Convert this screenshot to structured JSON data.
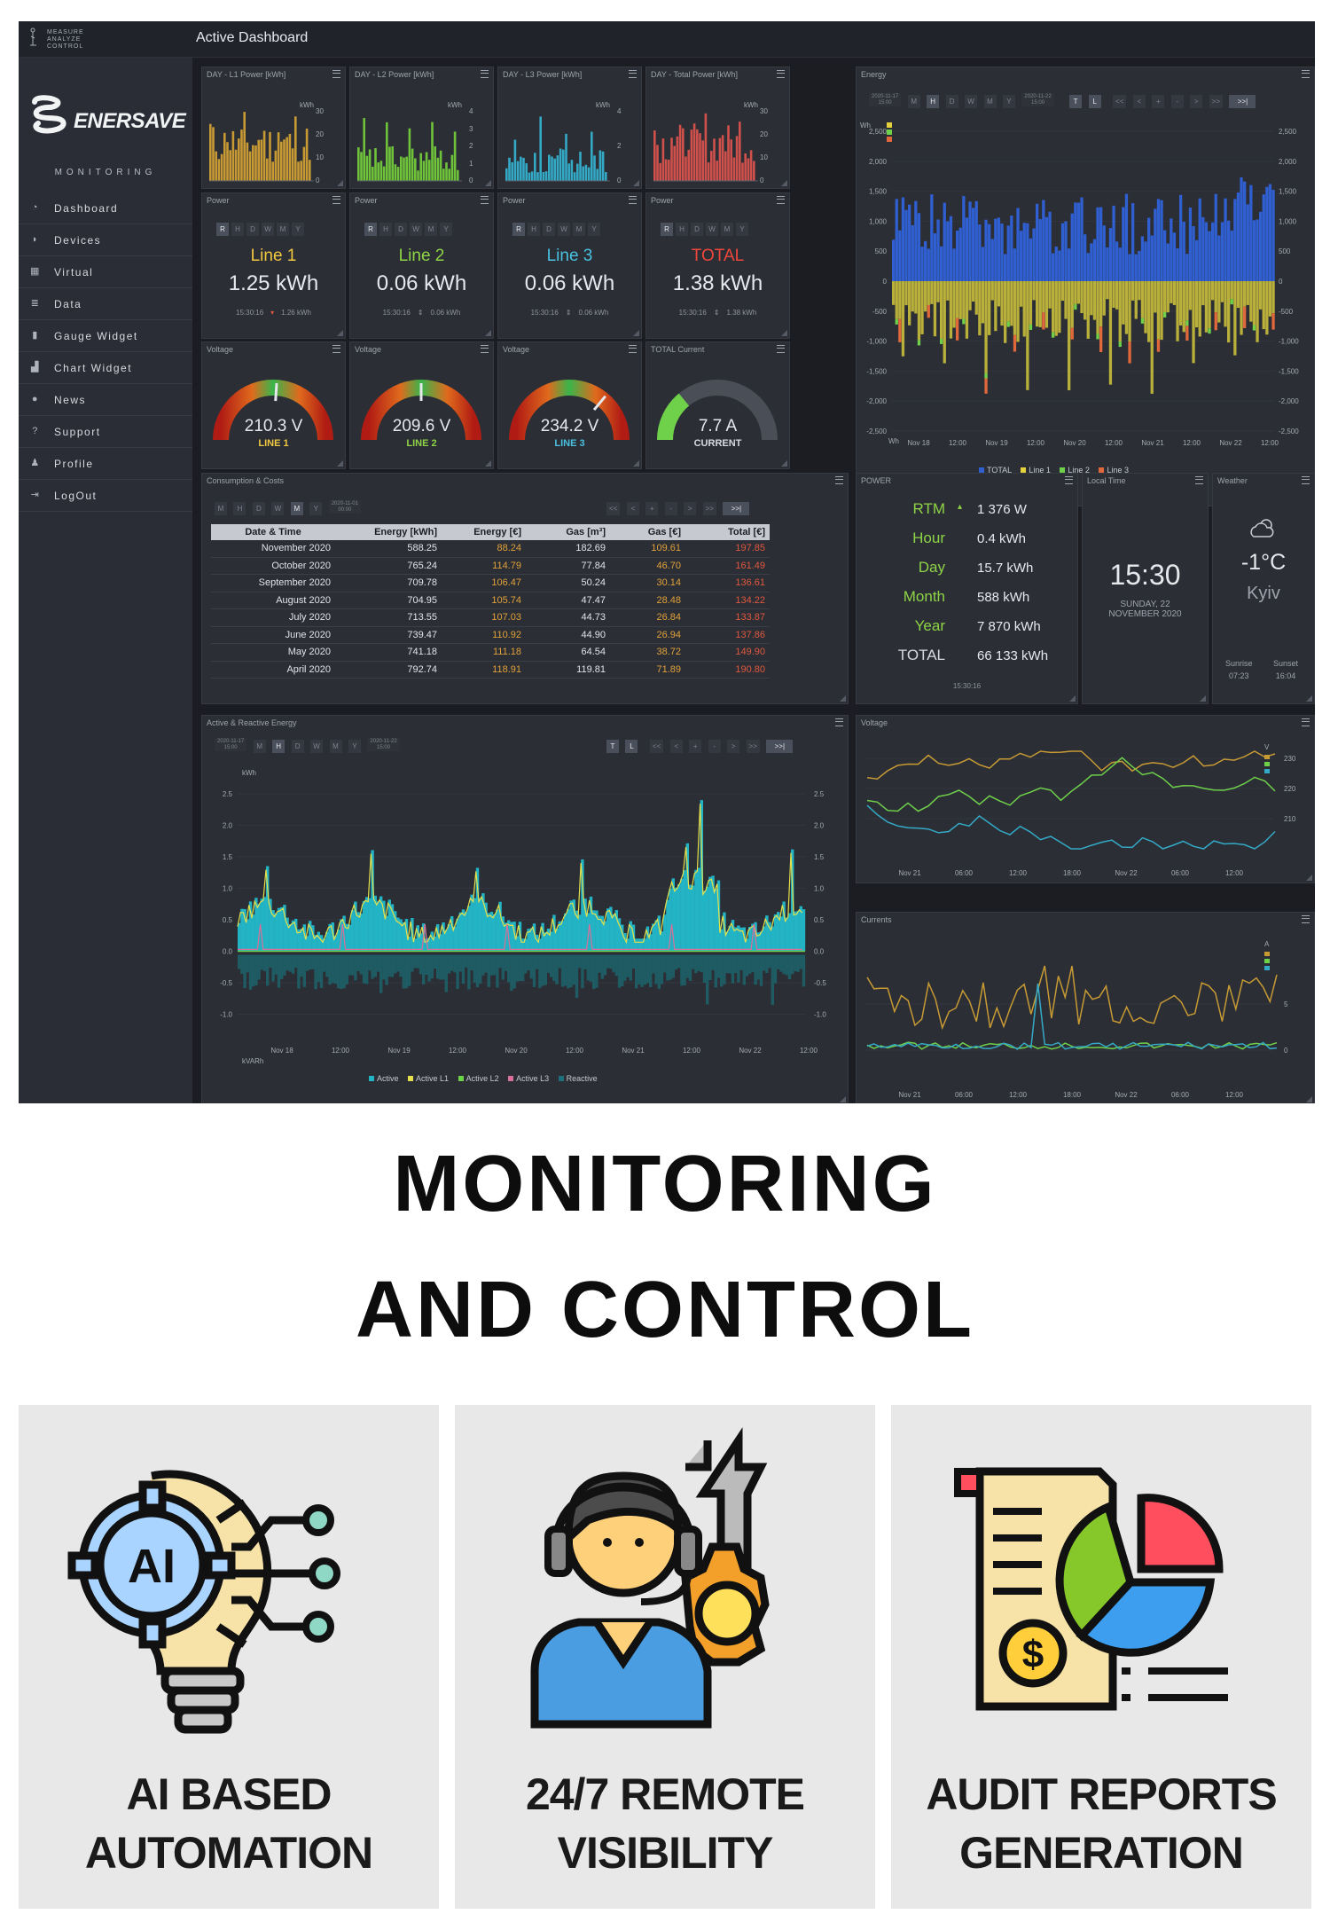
{
  "app": {
    "title": "Active Dashboard",
    "top_logo_lines": [
      "MEASURE",
      "ANALYZE",
      "CONTROL"
    ],
    "brand": "ENERSAVE",
    "brand_sub": "MONITORING"
  },
  "sidebar": {
    "items": [
      {
        "label": "Dashboard",
        "icon": "dashboard-icon"
      },
      {
        "label": "Devices",
        "icon": "devices-icon"
      },
      {
        "label": "Virtual",
        "icon": "virtual-icon"
      },
      {
        "label": "Data",
        "icon": "data-icon"
      },
      {
        "label": "Gauge Widget",
        "icon": "gauge-icon"
      },
      {
        "label": "Chart Widget",
        "icon": "chart-icon"
      },
      {
        "label": "News",
        "icon": "news-icon"
      },
      {
        "label": "Support",
        "icon": "support-icon"
      },
      {
        "label": "Profile",
        "icon": "profile-icon"
      },
      {
        "label": "LogOut",
        "icon": "logout-icon"
      }
    ]
  },
  "day_panels": [
    {
      "title": "DAY - L1 Power [kWh]",
      "unit": "kWh",
      "ticks": [
        "30",
        "20",
        "10",
        "0"
      ],
      "color": "#c79a34"
    },
    {
      "title": "DAY - L2 Power [kWh]",
      "unit": "kWh",
      "ticks": [
        "4",
        "3",
        "2",
        "1",
        "0"
      ],
      "color": "#6fc33a"
    },
    {
      "title": "DAY - L3 Power [kWh]",
      "unit": "kWh",
      "ticks": [
        "4",
        "2",
        "0"
      ],
      "color": "#34a9c6"
    },
    {
      "title": "DAY - Total Power [kWh]",
      "unit": "kWh",
      "ticks": [
        "30",
        "20",
        "10",
        "0"
      ],
      "color": "#d0504c"
    }
  ],
  "power_buttons": [
    "R",
    "H",
    "D",
    "W",
    "M",
    "Y"
  ],
  "power_panels": [
    {
      "title": "Power",
      "line": "Line 1",
      "value": "1.25 kWh",
      "time": "15:30:16",
      "sub": "1.26 kWh",
      "color": "#f2c840"
    },
    {
      "title": "Power",
      "line": "Line 2",
      "value": "0.06 kWh",
      "time": "15:30:16",
      "sub": "0.06 kWh",
      "color": "#8fd446"
    },
    {
      "title": "Power",
      "line": "Line 3",
      "value": "0.06 kWh",
      "time": "15:30:16",
      "sub": "0.06 kWh",
      "color": "#49c1e0"
    },
    {
      "title": "Power",
      "line": "TOTAL",
      "value": "1.38 kWh",
      "time": "15:30:16",
      "sub": "1.38 kWh",
      "color": "#f0473b"
    }
  ],
  "gauges": [
    {
      "title": "Voltage",
      "value": "210.3 V",
      "label": "LINE 1",
      "label_color": "#f2c840",
      "level": 0.52
    },
    {
      "title": "Voltage",
      "value": "209.6 V",
      "label": "LINE 2",
      "label_color": "#8fd446",
      "level": 0.5
    },
    {
      "title": "Voltage",
      "value": "234.2 V",
      "label": "LINE 3",
      "label_color": "#49c1e0",
      "level": 0.72
    },
    {
      "title": "TOTAL Current",
      "value": "7.7 A",
      "label": "CURRENT",
      "label_color": "#d7dae0",
      "level": 0.28
    }
  ],
  "energy": {
    "title": "Energy",
    "date_from": "2020-11-17\n15:00",
    "date_to": "2020-11-22\n15:00",
    "range_buttons": [
      "M",
      "H",
      "D",
      "W",
      "M",
      "Y"
    ],
    "nav_buttons": [
      "T",
      "L",
      "<<",
      "<",
      "+",
      "-",
      ">",
      ">>",
      ">>|"
    ],
    "unit": "Wh",
    "y_ticks": [
      "2,500",
      "2,000",
      "1,500",
      "1,000",
      "500",
      "0",
      "-500",
      "-1,000",
      "-1,500",
      "-2,000",
      "-2,500"
    ],
    "x_ticks": [
      "Nov 18",
      "12:00",
      "Nov 19",
      "12:00",
      "Nov 20",
      "12:00",
      "Nov 21",
      "12:00",
      "Nov 22",
      "12:00"
    ],
    "legend": [
      {
        "name": "TOTAL",
        "color": "#2f5fd0"
      },
      {
        "name": "Line 1",
        "color": "#e5d13b"
      },
      {
        "name": "Line 2",
        "color": "#6fd04a"
      },
      {
        "name": "Line 3",
        "color": "#e0683b"
      }
    ]
  },
  "consumption": {
    "title": "Consumption & Costs",
    "range_buttons": [
      "M",
      "H",
      "D",
      "W",
      "M",
      "Y"
    ],
    "date": "2020-11-01\n00:00",
    "nav_buttons": [
      "<<",
      "<",
      "+",
      "-",
      ">",
      ">>",
      ">>|"
    ],
    "columns": [
      "Date & Time",
      "Energy [kWh]",
      "Energy [€]",
      "Gas [m³]",
      "Gas [€]",
      "Total [€]"
    ],
    "rows": [
      [
        "November 2020",
        "588.25",
        "88.24",
        "182.69",
        "109.61",
        "197.85"
      ],
      [
        "October 2020",
        "765.24",
        "114.79",
        "77.84",
        "46.70",
        "161.49"
      ],
      [
        "September 2020",
        "709.78",
        "106.47",
        "50.24",
        "30.14",
        "136.61"
      ],
      [
        "August 2020",
        "704.95",
        "105.74",
        "47.47",
        "28.48",
        "134.22"
      ],
      [
        "July 2020",
        "713.55",
        "107.03",
        "44.73",
        "26.84",
        "133.87"
      ],
      [
        "June 2020",
        "739.47",
        "110.92",
        "44.90",
        "26.94",
        "137.86"
      ],
      [
        "May 2020",
        "741.18",
        "111.18",
        "64.54",
        "38.72",
        "149.90"
      ],
      [
        "April 2020",
        "792.74",
        "118.91",
        "119.81",
        "71.89",
        "190.80"
      ]
    ]
  },
  "power_summary": {
    "title": "POWER",
    "rows": [
      {
        "k": "RTM",
        "v": "1 376 W"
      },
      {
        "k": "Hour",
        "v": "0.4 kWh"
      },
      {
        "k": "Day",
        "v": "15.7 kWh"
      },
      {
        "k": "Month",
        "v": "588 kWh"
      },
      {
        "k": "Year",
        "v": "7 870 kWh"
      },
      {
        "k": "TOTAL",
        "v": "66 133 kWh"
      }
    ],
    "time": "15:30:16"
  },
  "local_time": {
    "title": "Local Time",
    "time": "15:30",
    "date_line1": "SUNDAY, 22",
    "date_line2": "NOVEMBER 2020"
  },
  "weather": {
    "title": "Weather",
    "temp": "-1°C",
    "city": "Kyiv",
    "sunrise_label": "Sunrise",
    "sunrise": "07:23",
    "sunset_label": "Sunset",
    "sunset": "16:04"
  },
  "active_reactive": {
    "title": "Active & Reactive Energy",
    "date_from": "2020-11-17\n15:00",
    "date_to": "2020-11-22\n15:00",
    "range_buttons": [
      "M",
      "H",
      "D",
      "W",
      "M",
      "Y"
    ],
    "nav_buttons": [
      "T",
      "L",
      "<<",
      "<",
      "+",
      "-",
      ">",
      ">>",
      ">>|"
    ],
    "unit_top": "kWh",
    "unit_bottom": "kVARh",
    "y_ticks": [
      "2.5",
      "2.0",
      "1.5",
      "1.0",
      "0.5",
      "0.0",
      "-0.5",
      "-1.0"
    ],
    "x_ticks": [
      "Nov 18",
      "12:00",
      "Nov 19",
      "12:00",
      "Nov 20",
      "12:00",
      "Nov 21",
      "12:00",
      "Nov 22",
      "12:00"
    ],
    "legend": [
      {
        "name": "Active",
        "color": "#22b3c4"
      },
      {
        "name": "Active L1",
        "color": "#e5e04b"
      },
      {
        "name": "Active L2",
        "color": "#6fd04a"
      },
      {
        "name": "Active L3",
        "color": "#d9709a"
      },
      {
        "name": "Reactive",
        "color": "#1f6f7a"
      }
    ]
  },
  "voltage_chart": {
    "title": "Voltage",
    "unit": "V",
    "y_ticks": [
      "230",
      "220",
      "210"
    ],
    "x_ticks": [
      "Nov 21",
      "06:00",
      "12:00",
      "18:00",
      "Nov 22",
      "06:00",
      "12:00"
    ]
  },
  "currents_chart": {
    "title": "Currents",
    "unit": "A",
    "y_ticks": [
      "5",
      "0"
    ],
    "x_ticks": [
      "Nov 21",
      "06:00",
      "12:00",
      "18:00",
      "Nov 22",
      "06:00",
      "12:00"
    ]
  },
  "headline": {
    "line1": "MONITORING",
    "line2": "AND CONTROL"
  },
  "features": [
    {
      "line1": "AI BASED",
      "line2": "AUTOMATION",
      "icon": "ai-bulb-icon"
    },
    {
      "line1": "24/7 REMOTE",
      "line2": "VISIBILITY",
      "icon": "support-agent-icon"
    },
    {
      "line1": "AUDIT REPORTS",
      "line2": "GENERATION",
      "icon": "report-chart-icon"
    }
  ]
}
